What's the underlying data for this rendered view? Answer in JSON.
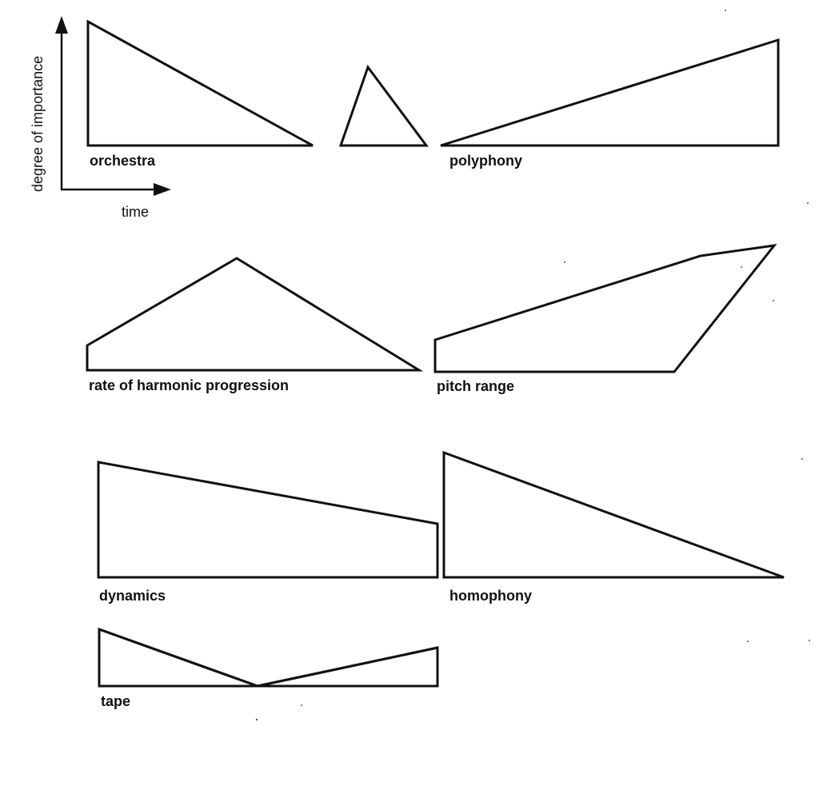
{
  "legend": {
    "y_axis_label": "degree of importance",
    "x_axis_label": "time"
  },
  "panels": [
    {
      "id": "orchestra",
      "label": "orchestra"
    },
    {
      "id": "polyphony",
      "label": "polyphony"
    },
    {
      "id": "rate-of-harmonic-progression",
      "label": "rate of harmonic progression"
    },
    {
      "id": "pitch-range",
      "label": "pitch range"
    },
    {
      "id": "dynamics",
      "label": "dynamics"
    },
    {
      "id": "homophony",
      "label": "homophony"
    },
    {
      "id": "tape",
      "label": "tape"
    }
  ],
  "colors": {
    "ink": "#111111",
    "background": "#ffffff"
  }
}
